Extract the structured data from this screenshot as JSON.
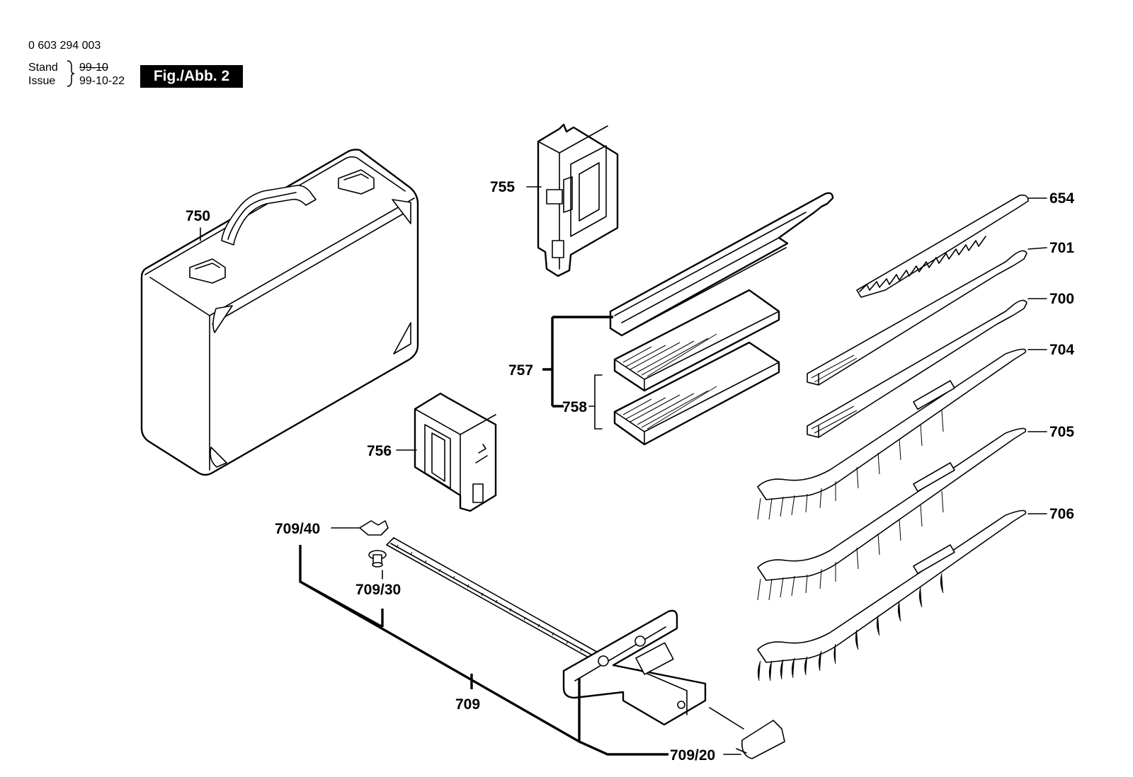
{
  "header": {
    "doc_number": "0 603 294 003",
    "stand_label": "Stand",
    "issue_label": "Issue",
    "stand_value_crossed": "99-10",
    "issue_date": "99-10-22",
    "figure_label": "Fig./Abb. 2"
  },
  "parts": [
    {
      "id": "654"
    },
    {
      "id": "701"
    },
    {
      "id": "700"
    },
    {
      "id": "704"
    },
    {
      "id": "705"
    },
    {
      "id": "706"
    },
    {
      "id": "709"
    },
    {
      "id": "709/20"
    },
    {
      "id": "709/30"
    },
    {
      "id": "709/40"
    },
    {
      "id": "750"
    },
    {
      "id": "755"
    },
    {
      "id": "756"
    },
    {
      "id": "757"
    },
    {
      "id": "758"
    }
  ],
  "colors": {
    "ink": "#000000",
    "paper": "#ffffff"
  }
}
